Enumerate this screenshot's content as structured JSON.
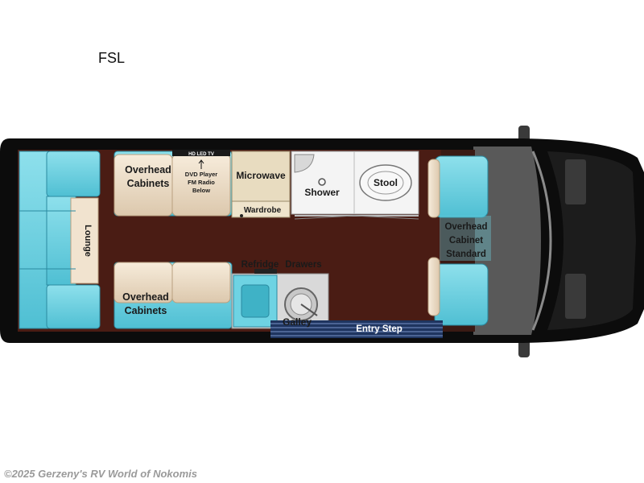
{
  "model": "FSL",
  "copyright": "©2025 Gerzeny's RV World of Nokomis",
  "labels": {
    "overhead_cabinets_top_1": "Overhead",
    "overhead_cabinets_top_2": "Cabinets",
    "hd_led_tv": "HD LED TV",
    "dvd_1": "DVD Player",
    "dvd_2": "FM Radio",
    "dvd_3": "Below",
    "microwave": "Microwave",
    "wardrobe": "Wardrobe",
    "shower": "Shower",
    "stool": "Stool",
    "lounge": "Lounge",
    "refridge": "Refridge",
    "drawers": "Drawers",
    "overhead_cabinets_bottom_1": "Overhead",
    "overhead_cabinets_bottom_2": "Cabinets",
    "galley": "Galley",
    "entry_step": "Entry Step",
    "front_cabinet_1": "Overhead",
    "front_cabinet_2": "Cabinet",
    "front_cabinet_3": "Standard"
  },
  "colors": {
    "body": "#0c0c0c",
    "floor": "#4a1c14",
    "cushion": "#6ed3e3",
    "cabinet": "#efe2cf",
    "galley": "#d9d9d9",
    "bath": "#f4f4f4",
    "microwave": "#e8dcc0",
    "step": "#1f3560"
  }
}
